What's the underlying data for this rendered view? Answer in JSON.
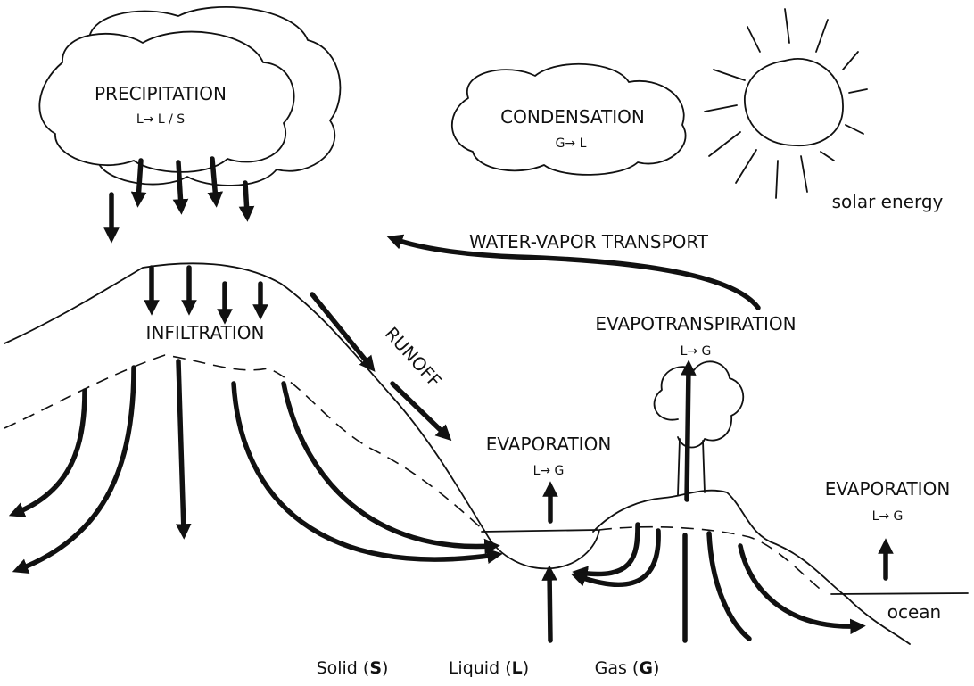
{
  "labels": {
    "precipitation": "PRECIPITATION",
    "precipitation_change": "L→ L / S",
    "condensation": "CONDENSATION",
    "condensation_change": "G→ L",
    "solar_energy": "solar energy",
    "water_vapor_transport": "WATER-VAPOR TRANSPORT",
    "infiltration": "INFILTRATION",
    "runoff": "RUNOFF",
    "evapotranspiration": "EVAPOTRANSPIRATION",
    "evapotranspiration_change": "L→ G",
    "evaporation_lake": "EVAPORATION",
    "evaporation_lake_change": "L→ G",
    "evaporation_ocean": "EVAPORATION",
    "evaporation_ocean_change": "L→ G",
    "ocean": "ocean"
  },
  "legend": {
    "solid_word": "Solid (",
    "solid_abbr": "S",
    "liquid_word": "Liquid (",
    "liquid_abbr": "L",
    "gas_word": "Gas (",
    "gas_abbr": "G",
    "close": ")"
  }
}
